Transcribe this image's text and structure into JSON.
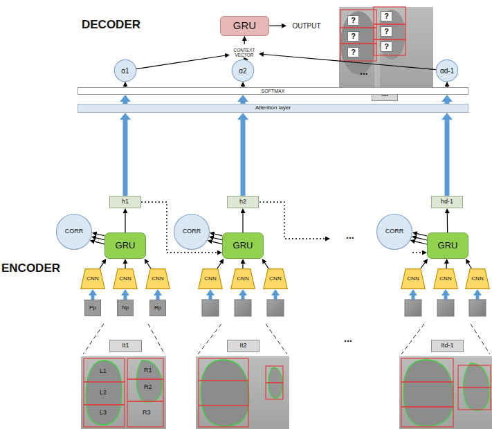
{
  "diagram": {
    "nodes": [
      {
        "text": [
          "GRU"
        ]
      },
      {
        "text": [
          "OUTPUT"
        ]
      },
      {
        "text": [
          "CONTEXT VECTOR"
        ]
      },
      {
        "text": [
          "?"
        ]
      },
      {
        "text": [
          "?"
        ]
      },
      {
        "text": [
          "?"
        ]
      },
      {
        "text": [
          "?"
        ]
      },
      {
        "text": [
          "?"
        ]
      },
      {
        "text": [
          "?"
        ]
      },
      {
        "text": [
          "Itd"
        ]
      },
      {
        "text": [
          "α1"
        ]
      },
      {
        "text": [
          "α2"
        ]
      },
      {
        "text": [
          "αd-1"
        ]
      },
      {
        "text": [
          "SOFTMAX"
        ]
      },
      {
        "text": [
          "Attention layer"
        ]
      },
      {
        "text": [
          "h1"
        ]
      },
      {
        "text": [
          "h2"
        ]
      },
      {
        "text": [
          "hd-1"
        ]
      },
      {
        "text": [
          "CORR"
        ]
      },
      {
        "text": [
          "CORR"
        ]
      },
      {
        "text": [
          "CORR"
        ]
      },
      {
        "text": [
          "GRU"
        ]
      },
      {
        "text": [
          "GRU"
        ]
      },
      {
        "text": [
          "GRU"
        ]
      },
      {
        "text": [
          "CNN"
        ]
      },
      {
        "text": [
          "CNN"
        ]
      },
      {
        "text": [
          "CNN"
        ]
      },
      {
        "text": [
          "CNN"
        ]
      },
      {
        "text": [
          "CNN"
        ]
      },
      {
        "text": [
          "CNN"
        ]
      },
      {
        "text": [
          "CNN"
        ]
      },
      {
        "text": [
          "CNN"
        ]
      },
      {
        "text": [
          "CNN"
        ]
      },
      {
        "text": [
          "Pp"
        ]
      },
      {
        "text": [
          "Np"
        ]
      },
      {
        "text": [
          "Rp"
        ]
      },
      {
        "text": [
          "It1"
        ]
      },
      {
        "text": [
          "It2"
        ]
      },
      {
        "text": [
          "Itd-1"
        ]
      }
    ],
    "edges": [
      {
        "from": 0,
        "to": 1,
        "arrow": "to"
      },
      {
        "from": 2,
        "to": 0,
        "arrow": "to"
      },
      {
        "from": 10,
        "to": 2,
        "arrow": "to"
      },
      {
        "from": 11,
        "to": 2,
        "arrow": "to"
      },
      {
        "from": 12,
        "to": 2,
        "arrow": "to"
      },
      {
        "from": 13,
        "to": 10,
        "arrow": "to"
      },
      {
        "from": 13,
        "to": 11,
        "arrow": "to"
      },
      {
        "from": 13,
        "to": 12,
        "arrow": "to"
      },
      {
        "from": 14,
        "to": 13,
        "arrow": "to"
      },
      {
        "from": 14,
        "to": 13,
        "arrow": "to"
      },
      {
        "from": 14,
        "to": 13,
        "arrow": "to"
      },
      {
        "from": 15,
        "to": 14,
        "arrow": "to"
      },
      {
        "from": 16,
        "to": 14,
        "arrow": "to"
      },
      {
        "from": 17,
        "to": 14,
        "arrow": "to"
      },
      {
        "from": 21,
        "to": 15,
        "arrow": "to"
      },
      {
        "from": 22,
        "to": 16,
        "arrow": "to"
      },
      {
        "from": 23,
        "to": 17,
        "arrow": "to"
      },
      {
        "from": 15,
        "to": 22,
        "arrow": "to"
      },
      {
        "from": 21,
        "to": 18,
        "arrow": "to"
      },
      {
        "from": 21,
        "to": 18,
        "arrow": "to"
      },
      {
        "from": 21,
        "to": 18,
        "arrow": "to"
      },
      {
        "from": 22,
        "to": 19,
        "arrow": "to"
      },
      {
        "from": 22,
        "to": 19,
        "arrow": "to"
      },
      {
        "from": 22,
        "to": 19,
        "arrow": "to"
      },
      {
        "from": 23,
        "to": 20,
        "arrow": "to"
      },
      {
        "from": 23,
        "to": 20,
        "arrow": "to"
      },
      {
        "from": 23,
        "to": 20,
        "arrow": "to"
      },
      {
        "from": 24,
        "to": 21,
        "arrow": "to"
      },
      {
        "from": 25,
        "to": 21,
        "arrow": "to"
      },
      {
        "from": 26,
        "to": 21,
        "arrow": "to"
      },
      {
        "from": 27,
        "to": 22,
        "arrow": "to"
      },
      {
        "from": 28,
        "to": 22,
        "arrow": "to"
      },
      {
        "from": 29,
        "to": 22,
        "arrow": "to"
      },
      {
        "from": 30,
        "to": 23,
        "arrow": "to"
      },
      {
        "from": 31,
        "to": 23,
        "arrow": "to"
      },
      {
        "from": 32,
        "to": 23,
        "arrow": "to"
      },
      {
        "from": 33,
        "to": 24,
        "arrow": "to"
      },
      {
        "from": 34,
        "to": 25,
        "arrow": "to"
      },
      {
        "from": 35,
        "to": 26,
        "arrow": "to"
      }
    ],
    "labels": [
      "DECODER",
      "...",
      "...",
      "ENCODER",
      "...",
      "L1",
      "L2",
      "L3",
      "R1",
      "R2",
      "R3"
    ]
  }
}
